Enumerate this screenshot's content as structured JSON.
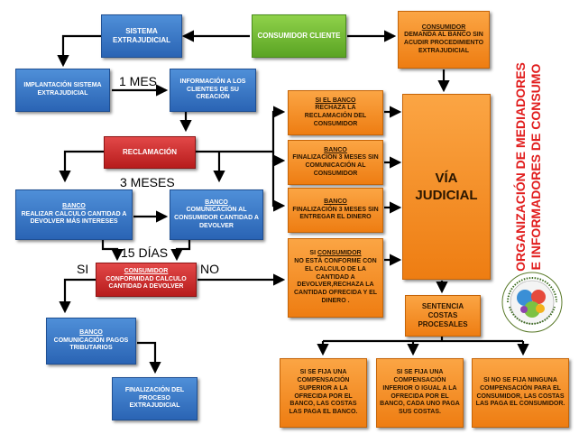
{
  "nodes": {
    "sistema_extrajudicial": "SISTEMA EXTRAJUDICIAL",
    "consumidor_cliente": "CONSUMIDOR CLIENTE",
    "consumidor_demanda": {
      "title": "CONSUMIDOR",
      "text": "DEMANDA AL BANCO SIN ACUDIR PROCEDIMIENTO EXTRAJUDICIAL"
    },
    "implantacion": "IMPLANTACIÓN SISTEMA EXTRAJUDICIAL",
    "informacion": "INFORMACIÓN A LOS CLIENTES DE SU CREACIÓN",
    "reclamacion": "RECLAMACIÓN",
    "banco_realizar": {
      "title": "BANCO",
      "text": "REALIZAR CALCULO CANTIDAD A DEVOLVER MÁS INTERESES"
    },
    "banco_comunicacion": {
      "title": "BANCO",
      "text": "COMUNICACIÓN AL CONSUMIDOR CANTIDAD A DEVOLVER"
    },
    "consumidor_conformidad": {
      "title": "CONSUMIDOR",
      "text": "CONFORMIDAD CALCULO CANTIDAD A DEVOLVER"
    },
    "banco_pagos": {
      "title": "BANCO",
      "text": "COMUNICACIÓN PAGOS TRIBUTARIOS"
    },
    "finalizacion_extrajudicial": "FINALIZACIÓN DEL PROCESO EXTRAJUDICIAL",
    "si_el_banco": {
      "title": "SI EL BANCO",
      "text": "RECHAZA LA RECLAMACIÓN DEL CONSUMIDOR"
    },
    "banco_sin_comunicacion": {
      "title": "BANCO",
      "text": "FINALIZACIÓN 3 MESES SIN COMUNICACIÓN AL CONSUMIDOR"
    },
    "banco_sin_dinero": {
      "title": "BANCO",
      "text": "FINALIZACIÓN 3 MESES SIN ENTREGAR EL DINERO"
    },
    "si_consumidor": {
      "prefix": "SI ",
      "title": "CONSUMIDOR",
      "text": "NO ESTÁ CONFORME CON EL CALCULO DE LA CANTIDAD A DEVOLVER,RECHAZA LA CANTIDAD OFRECIDA Y EL DINERO ."
    },
    "via_judicial": "VÍA JUDICIAL",
    "sentencia": "SENTENCIA COSTAS PROCESALES",
    "costas_superior": "SI SE FIJA UNA COMPENSACIÓN SUPERIOR A LA OFRECIDA POR EL BANCO, LAS COSTAS LAS PAGA EL BANCO.",
    "costas_inferior": "SI SE FIJA UNA COMPENSACIÓN INFERIOR O IGUAL A LA OFRECIDA POR EL BANCO, CADA UNO PAGA SUS COSTAS.",
    "costas_ninguna": "SI NO SE FIJA NINGUNA COMPENSACIÓN PARA EL CONSUMIDOR, LAS COSTAS LAS PAGA EL CONSUMIDOR."
  },
  "labels": {
    "un_mes": "1 MES",
    "tres_meses": "3 MESES",
    "quince_dias": "15 DÍAS",
    "si": "SI",
    "no": "NO"
  },
  "side_title": {
    "line1": "ORGANIZACIÓN DE MEDIADORES",
    "line2": "E INFORMADORES DE CONSUMO"
  },
  "colors": {
    "blue": "#2a64b4",
    "green": "#5aa423",
    "red": "#b71c1c",
    "orange": "#ee7d12",
    "title_red": "#e11d1d"
  }
}
